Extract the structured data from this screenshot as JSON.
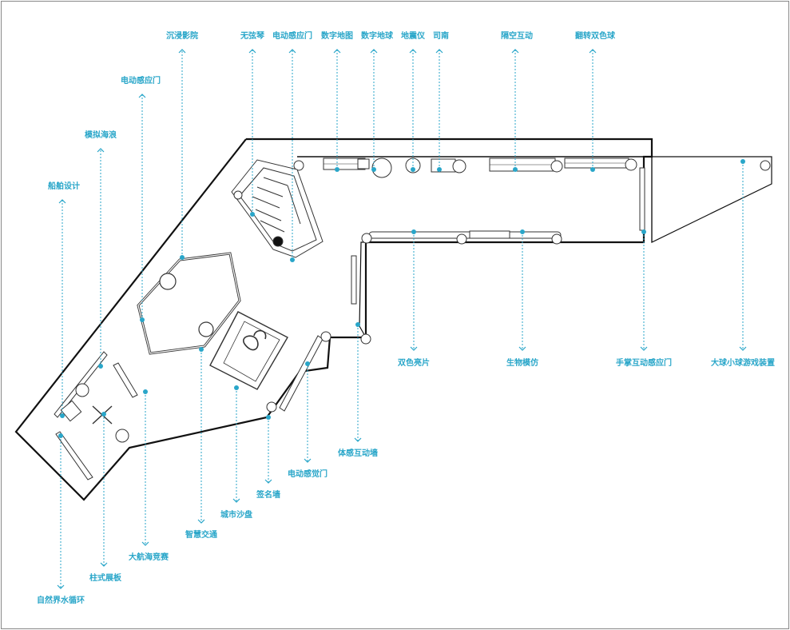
{
  "colors": {
    "accent": "#29a6c9",
    "wall": "#111111",
    "frame": "#888888"
  },
  "labels": {
    "chenjin_yingyuan": "沉浸影院",
    "wuxianqin": "无弦琴",
    "diandong_ganyingmen_top": "电动感应门",
    "shuzi_ditu": "数字地图",
    "shuzi_diqiu": "数字地球",
    "dizhenyi": "地震仪",
    "sinan": "司南",
    "gekong_hudong": "隔空互动",
    "fanzhuan_shuangseqiu": "翻转双色球",
    "diandong_ganyingmen_left": "电动感应门",
    "moni_hailang": "模拟海浪",
    "chuanbo_sheji": "船舶设计",
    "shuangse_liangpian": "双色亮片",
    "shengwu_mofang": "生物模仿",
    "shouzhang_hudong_ganyingmen": "手掌互动感应门",
    "daqiu_xiaoqiu_youxi": "大球小球游戏装置",
    "tigan_hudongqiang": "体感互动墙",
    "diandong_ganjuemen": "电动感觉门",
    "qianmingqiang": "签名墙",
    "chengshi_shapan": "城市沙盘",
    "zhihui_jiaotong": "智慧交通",
    "dahanghai_jingsai": "大航海竞赛",
    "zhushi_zhanban": "柱式展板",
    "ziranjie_shuixunhuan": "自然界水循环"
  }
}
